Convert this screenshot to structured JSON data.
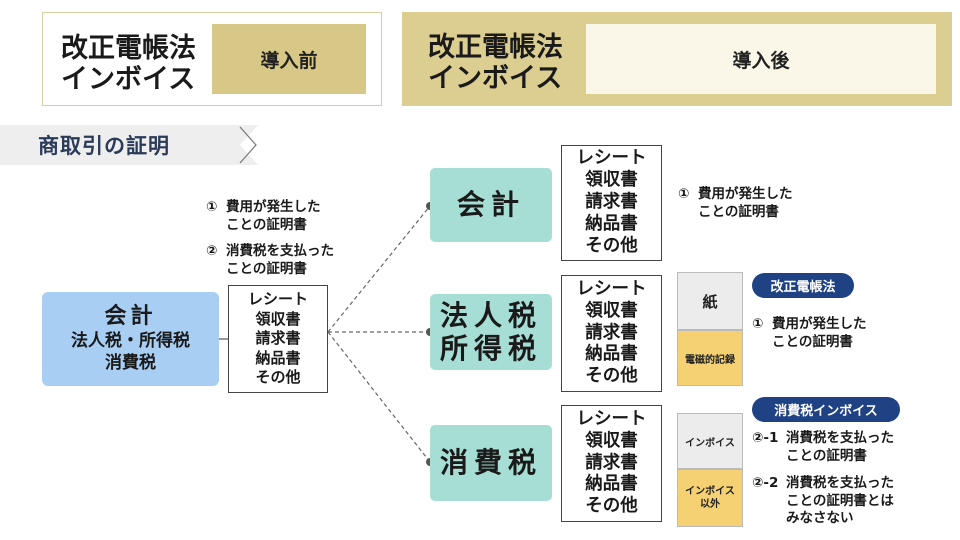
{
  "header": {
    "before_title_line1": "改正電帳法",
    "before_title_line2": "インボイス",
    "before_tag": "導入前",
    "after_title_line1": "改正電帳法",
    "after_title_line2": "インボイス",
    "after_tag": "導入後"
  },
  "section_label": "商取引の証明",
  "left_notes": [
    {
      "mark": "①",
      "line1": "費用が発生した",
      "line2": "ことの証明書"
    },
    {
      "mark": "②",
      "line1": "消費税を支払った",
      "line2": "ことの証明書"
    }
  ],
  "left_box": {
    "line1": "会計",
    "line2": "法人税・所得税",
    "line3": "消費税"
  },
  "receipt_items": [
    "レシート",
    "領収書",
    "請求書",
    "納品書",
    "その他"
  ],
  "categories": {
    "kaikei": "会計",
    "hojin_line1": "法人税",
    "hojin_line2": "所得税",
    "shohi": "消費税"
  },
  "kaikei_note": {
    "mark": "①",
    "line1": "費用が発生した",
    "line2": "ことの証明書"
  },
  "hojin_section": {
    "pill": "改正電帳法",
    "paper": "紙",
    "denshi": "電磁的記録",
    "note": {
      "mark": "①",
      "line1": "費用が発生した",
      "line2": "ことの証明書"
    }
  },
  "shohi_section": {
    "pill": "消費税インボイス",
    "invoice": "インボイス",
    "invoice_out_line1": "インボイス",
    "invoice_out_line2": "以外",
    "note1": {
      "mark": "②-1",
      "line1": "消費税を支払った",
      "line2": "ことの証明書"
    },
    "note2": {
      "mark": "②-2",
      "line1": "消費税を支払った",
      "line2": "ことの証明書とは",
      "line3": "みなさない"
    }
  },
  "colors": {
    "gold": "#dccd91",
    "gold_tag": "#d8c888",
    "blue_box": "#a9cef4",
    "teal": "#a6ddd4",
    "navy": "#1f4284",
    "yellow": "#f5d173"
  }
}
